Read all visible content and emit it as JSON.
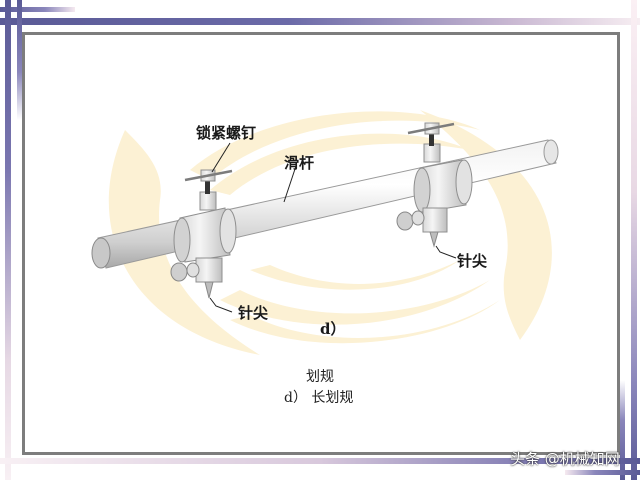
{
  "slide": {
    "frame_colors": {
      "bar_accent": "#5a5a96",
      "bar_fade": "#f6eaf0",
      "inner_border": "#7d7d7d",
      "logo_swirl": "#fbf0d2"
    }
  },
  "figure": {
    "subject": "long scriber (长划规) with sliding bar",
    "labels": {
      "lock_screw": "锁紧螺钉",
      "slide_bar": "滑杆",
      "needle_tip_left": "针尖",
      "needle_tip_right": "针尖"
    },
    "sub_label": "d）"
  },
  "captions": {
    "line1": "划规",
    "line2": "d） 长划规"
  },
  "watermark": {
    "text": "头条 @机械知网"
  }
}
